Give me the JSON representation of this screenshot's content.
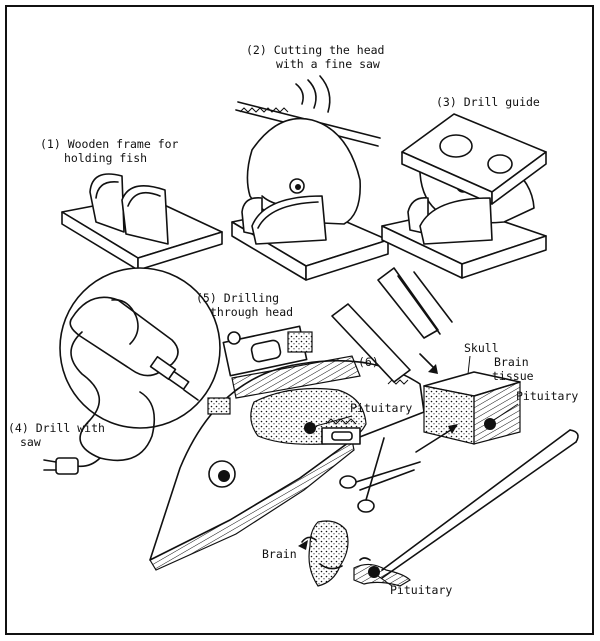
{
  "labels": {
    "step1_line1": "(1) Wooden frame for",
    "step1_line2": "holding fish",
    "step2_line1": "(2) Cutting the head",
    "step2_line2": "with a fine saw",
    "step3": "(3) Drill guide",
    "step4_line1": "(4) Drill with",
    "step4_line2": "saw",
    "step5_line1": "(5) Drilling",
    "step5_line2": "through head",
    "step6": "(6)",
    "skull": "Skull",
    "brain_tissue_line1": "Brain",
    "brain_tissue_line2": "tissue",
    "pituitary_a": "Pituitary",
    "pituitary_b": "Pituitary",
    "pituitary_c": "Pituitary",
    "brain": "Brain"
  }
}
